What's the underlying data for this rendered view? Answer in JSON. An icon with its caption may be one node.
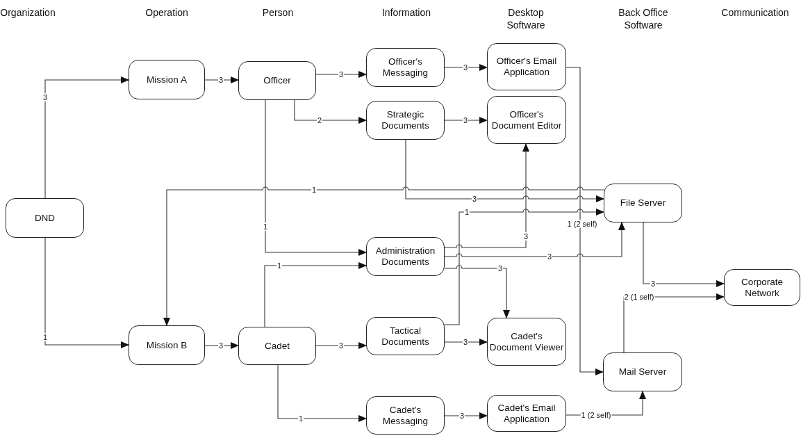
{
  "diagram": {
    "nodes": [
      {
        "text": [
          "DND"
        ]
      },
      {
        "text": [
          "Mission A"
        ]
      },
      {
        "text": [
          "Mission B"
        ]
      },
      {
        "text": [
          "Officer"
        ]
      },
      {
        "text": [
          "Cadet"
        ]
      },
      {
        "text": [
          "Officer's Messaging"
        ]
      },
      {
        "text": [
          "Strategic Documents"
        ]
      },
      {
        "text": [
          "Administration Documents"
        ]
      },
      {
        "text": [
          "Tactical Documents"
        ]
      },
      {
        "text": [
          "Cadet's Messaging"
        ]
      },
      {
        "text": [
          "Officer's Email Application"
        ]
      },
      {
        "text": [
          "Officer's Document Editor"
        ]
      },
      {
        "text": [
          "Cadet's Document Viewer"
        ]
      },
      {
        "text": [
          "Cadet's Email Application"
        ]
      },
      {
        "text": [
          "File Server"
        ]
      },
      {
        "text": [
          "Mail Server"
        ]
      },
      {
        "text": [
          "Corporate Network"
        ]
      }
    ],
    "edges": [
      {
        "from": 0,
        "to": 1,
        "arrow": "to",
        "label": "3"
      },
      {
        "from": 0,
        "to": 2,
        "arrow": "to",
        "label": "1"
      },
      {
        "from": 1,
        "to": 3,
        "arrow": "to",
        "label": "3"
      },
      {
        "from": 2,
        "to": 4,
        "arrow": "to",
        "label": "3"
      },
      {
        "from": 3,
        "to": 5,
        "arrow": "to",
        "label": "3"
      },
      {
        "from": 3,
        "to": 6,
        "arrow": "to",
        "label": "2"
      },
      {
        "from": 3,
        "to": 7,
        "arrow": "to",
        "label": "1"
      },
      {
        "from": 4,
        "to": 7,
        "arrow": "to",
        "label": "1"
      },
      {
        "from": 4,
        "to": 8,
        "arrow": "to",
        "label": "3"
      },
      {
        "from": 4,
        "to": 9,
        "arrow": "to",
        "label": "1"
      },
      {
        "from": 5,
        "to": 10,
        "arrow": "to",
        "label": "3"
      },
      {
        "from": 6,
        "to": 11,
        "arrow": "to",
        "label": "3"
      },
      {
        "from": 8,
        "to": 12,
        "arrow": "to",
        "label": "3"
      },
      {
        "from": 9,
        "to": 13,
        "arrow": "to",
        "label": "3"
      },
      {
        "from": 14,
        "to": 2,
        "arrow": "to",
        "label": "1"
      },
      {
        "from": 6,
        "to": 14,
        "arrow": "to",
        "label": "3"
      },
      {
        "from": 8,
        "to": 14,
        "arrow": "to",
        "label": "1"
      },
      {
        "from": 7,
        "to": 11,
        "arrow": "to",
        "label": "3"
      },
      {
        "from": 7,
        "to": 14,
        "arrow": "to",
        "label": "3"
      },
      {
        "from": 7,
        "to": 12,
        "arrow": "to",
        "label": "3"
      },
      {
        "from": 10,
        "to": 15,
        "arrow": "to",
        "label": "1 (2 self)"
      },
      {
        "from": 14,
        "to": 16,
        "arrow": "to",
        "label": "3"
      },
      {
        "from": 15,
        "to": 16,
        "arrow": "to",
        "label": "2 (1 self)"
      },
      {
        "from": 13,
        "to": 15,
        "arrow": "to",
        "label": "1 (2 self)"
      }
    ],
    "labels": [
      "Organization",
      "Operation",
      "Person",
      "Information",
      "Desktop Software",
      "Back Office Software",
      "Communication"
    ]
  }
}
